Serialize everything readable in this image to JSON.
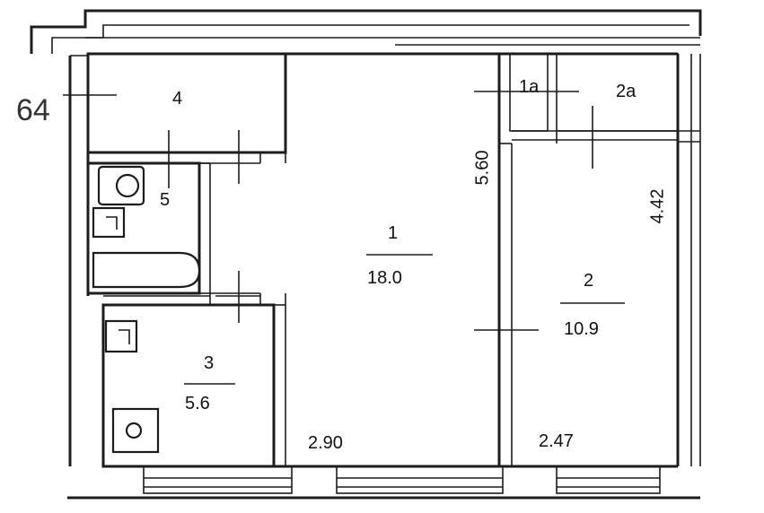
{
  "plan": {
    "side_mark": "64",
    "rooms": [
      {
        "number": "1",
        "area": "18.0"
      },
      {
        "number": "2",
        "area": "10.9"
      },
      {
        "number": "3",
        "area": "5.6"
      },
      {
        "number": "4"
      },
      {
        "number": "5"
      },
      {
        "number": "1a"
      },
      {
        "number": "2a"
      }
    ],
    "dimensions": {
      "room1_height": "5.60",
      "room2_height": "4.42",
      "room1_width": "2.90",
      "room2_width": "2.47"
    }
  }
}
